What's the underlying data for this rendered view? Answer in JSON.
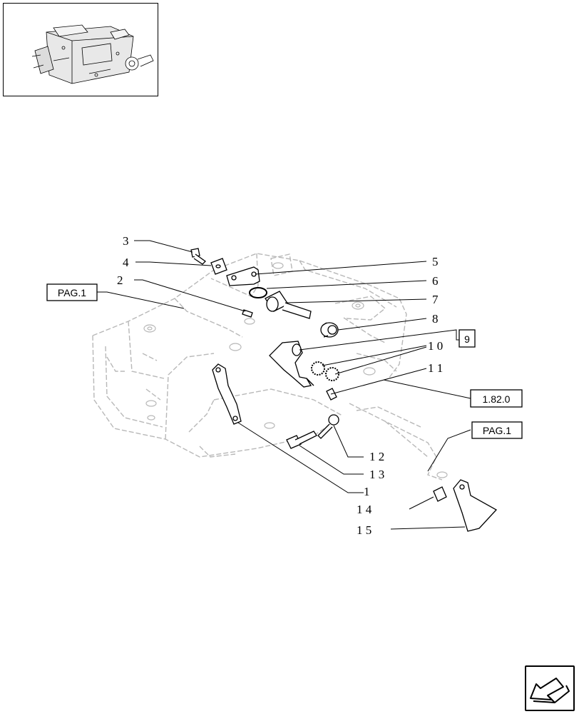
{
  "callouts": {
    "c1": "1",
    "c2": "2",
    "c3": "3",
    "c4": "4",
    "c5": "5",
    "c6": "6",
    "c7": "7",
    "c8": "8",
    "c10": "1 0",
    "c11": "1 1",
    "c12": "1 2",
    "c13": "1 3",
    "c14": "1 4",
    "c15": "1 5"
  },
  "boxes": {
    "pag1_left": "PAG.1",
    "pag1_right": "PAG.1",
    "ref_9": "9",
    "ref_1820": "1.82.0"
  },
  "icons": {
    "thumbnail": "assembly-thumbnail-icon",
    "next_page": "next-page-arrow-icon"
  }
}
